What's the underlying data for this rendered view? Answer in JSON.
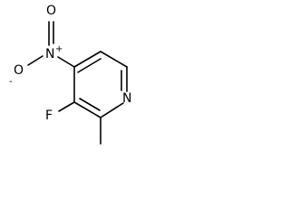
{
  "molecule": {
    "atoms": {
      "nitrogen_ring": "N",
      "fluorine": "F",
      "nitro_nitrogen": "N",
      "nitro_oxygen_top": "O",
      "nitro_oxygen_left": "O"
    },
    "charges": {
      "nitro_nitrogen": "+",
      "nitro_oxygen_left": "-"
    }
  }
}
